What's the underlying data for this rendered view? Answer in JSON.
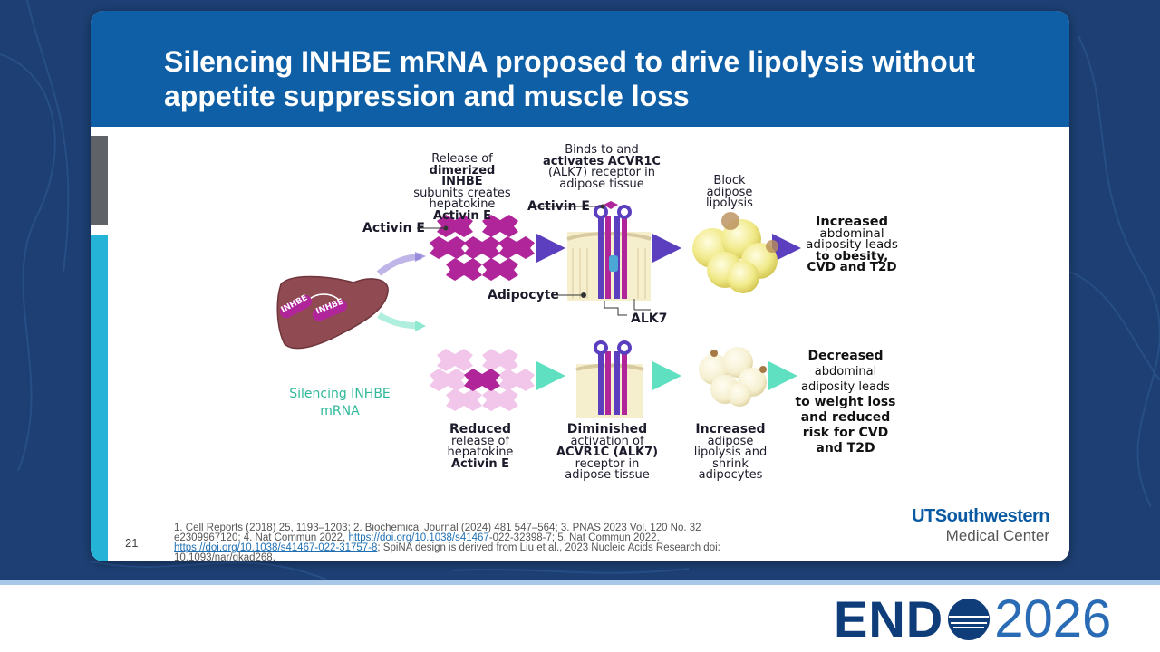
{
  "slide": {
    "title": "Silencing INHBE mRNA proposed to drive lipolysis without appetite suppression and muscle loss",
    "page_number": "21"
  },
  "figure": {
    "top_row": {
      "release_caption": [
        "Release of",
        "dimerized INHBE",
        "subunits creates",
        "hepatokine",
        "Activin E"
      ],
      "binds_caption": [
        "Binds to and",
        "activates ACVR1C",
        "(ALK7) receptor in",
        "adipose tissue"
      ],
      "block_caption": [
        "Block",
        "adipose",
        "lipolysis"
      ],
      "activin_e_left": "Activin E",
      "activin_e_receptor": "Activin E",
      "adipocyte": "Adipocyte",
      "alk7": "ALK7",
      "outcome": [
        "Increased",
        "abdominal",
        "adiposity leads",
        "to obesity,",
        "CVD and T2D"
      ]
    },
    "liver_labels": [
      "INHBE",
      "INHBE"
    ],
    "silencing_label": "Silencing INHBE mRNA",
    "bottom_row": {
      "reduced_caption": [
        "Reduced",
        "release of",
        "hepatokine",
        "Activin E"
      ],
      "diminished_caption": [
        "Diminished",
        "activation of",
        "ACVR1C (ALK7)",
        "receptor in",
        "adipose tissue"
      ],
      "increased_caption": [
        "Increased",
        "adipose",
        "lipolysis and",
        "shrink",
        "adipocytes"
      ],
      "outcome": [
        "Decreased",
        "abdominal",
        "adiposity leads",
        "to weight loss",
        "and reduced",
        "risk for CVD",
        "and T2D"
      ]
    }
  },
  "references": {
    "text_1": "1. Cell Reports (2018) 25, 1193–1203; 2. Biochemical Journal (2024) 481 547–564; 3. PNAS 2023 Vol. 120 No. 32 e2309967120; 4. Nat Commun 2022, ",
    "link_1": "https://doi.org/10.1038/s41467",
    "text_2": "-022-32398-7; 5. Nat Commun 2022. ",
    "link_2": "https://doi.org/10.1038/s41467-022-31757-8",
    "text_3": "; SpiNA design is derived from Liu et al., 2023 Nucleic Acids Research doi: 10.1093/nar/gkad268."
  },
  "branding": {
    "utsw_line1": "UTSouthwestern",
    "utsw_line2": "Medical Center",
    "endo_prefix": "END",
    "endo_year": "2026"
  },
  "colors": {
    "title_bar": "#0f5fa6",
    "magenta": "#b0269a",
    "teal_arrow": "#5fe0c0",
    "purple_arrow": "#5b3fbf",
    "liver": "#8f4a52"
  }
}
